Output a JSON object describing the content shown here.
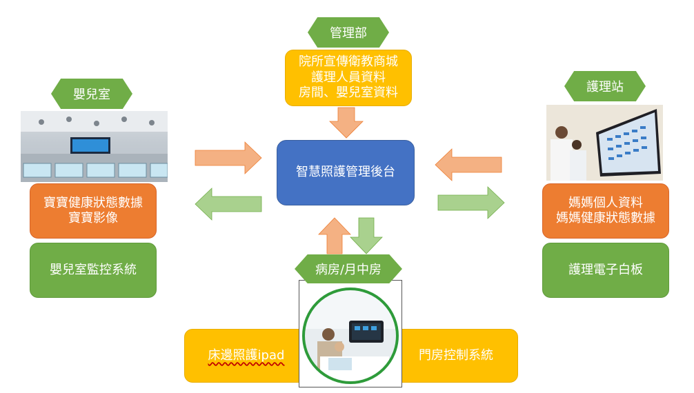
{
  "colors": {
    "green": "#70ad47",
    "orange": "#ed7d31",
    "yellow": "#ffc000",
    "blue": "#4472c4",
    "arrow_orange": "#f4b183",
    "arrow_green": "#a9d18e"
  },
  "management": {
    "label": "管理部",
    "lines": [
      "院所宣傳衛教商城",
      "護理人員資料",
      "房間、嬰兒室資料"
    ]
  },
  "center": {
    "label": "智慧照護管理後台"
  },
  "nursery": {
    "label": "嬰兒室",
    "data_lines": [
      "寶寶健康狀態數據",
      "寶寶影像"
    ],
    "system": "嬰兒室監控系統"
  },
  "nursing_station": {
    "label": "護理站",
    "data_lines": [
      "媽媽個人資料",
      "媽媽健康狀態數據"
    ],
    "system": "護理電子白板"
  },
  "ward": {
    "label": "病房/月中房",
    "left": "床邊照護ipad",
    "right": "門房控制系統"
  }
}
